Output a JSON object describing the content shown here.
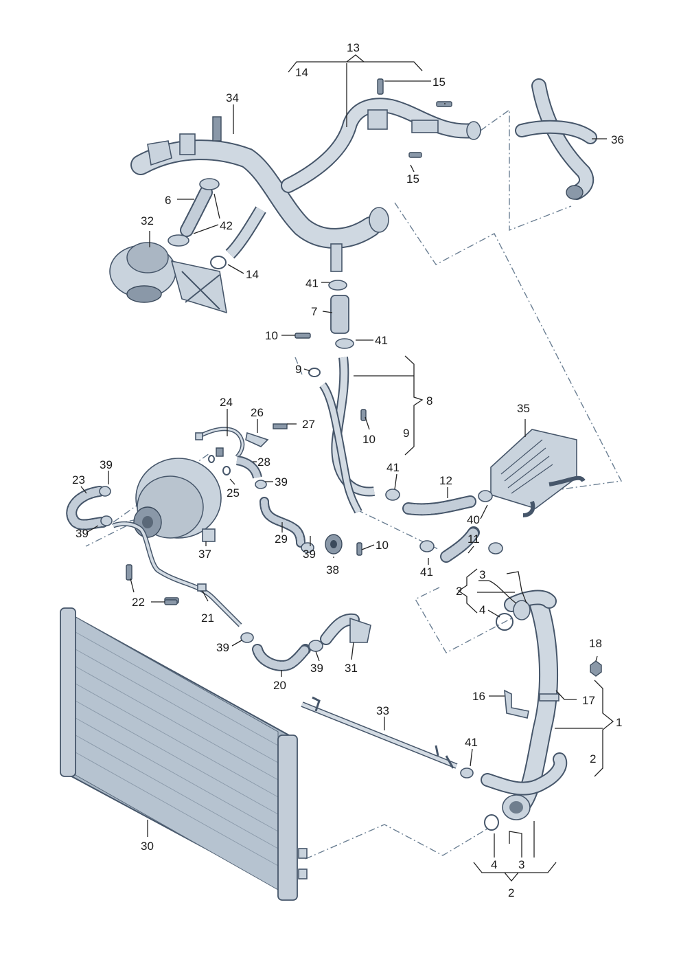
{
  "callouts": [
    {
      "id": "c13",
      "text": "13"
    },
    {
      "id": "c14a",
      "text": "14"
    },
    {
      "id": "c15a",
      "text": "15"
    },
    {
      "id": "c15b",
      "text": "15"
    },
    {
      "id": "c34",
      "text": "34"
    },
    {
      "id": "c36",
      "text": "36"
    },
    {
      "id": "c6",
      "text": "6"
    },
    {
      "id": "c42",
      "text": "42"
    },
    {
      "id": "c32",
      "text": "32"
    },
    {
      "id": "c14b",
      "text": "14"
    },
    {
      "id": "c41a",
      "text": "41"
    },
    {
      "id": "c7",
      "text": "7"
    },
    {
      "id": "c10a",
      "text": "10"
    },
    {
      "id": "c41b",
      "text": "41"
    },
    {
      "id": "c9a",
      "text": "9"
    },
    {
      "id": "c8",
      "text": "8"
    },
    {
      "id": "c9b",
      "text": "9"
    },
    {
      "id": "c10b",
      "text": "10"
    },
    {
      "id": "c35",
      "text": "35"
    },
    {
      "id": "c24",
      "text": "24"
    },
    {
      "id": "c26",
      "text": "26"
    },
    {
      "id": "c27",
      "text": "27"
    },
    {
      "id": "c28",
      "text": "28"
    },
    {
      "id": "c39a",
      "text": "39"
    },
    {
      "id": "c23",
      "text": "23"
    },
    {
      "id": "c25",
      "text": "25"
    },
    {
      "id": "c39b",
      "text": "39"
    },
    {
      "id": "c41c",
      "text": "41"
    },
    {
      "id": "c12",
      "text": "12"
    },
    {
      "id": "c40",
      "text": "40"
    },
    {
      "id": "c39c",
      "text": "39"
    },
    {
      "id": "c29",
      "text": "29"
    },
    {
      "id": "c37",
      "text": "37"
    },
    {
      "id": "c39d",
      "text": "39"
    },
    {
      "id": "c38",
      "text": "38"
    },
    {
      "id": "c10c",
      "text": "10"
    },
    {
      "id": "c11",
      "text": "11"
    },
    {
      "id": "c41d",
      "text": "41"
    },
    {
      "id": "c3a",
      "text": "3"
    },
    {
      "id": "c2a",
      "text": "2"
    },
    {
      "id": "c4a",
      "text": "4"
    },
    {
      "id": "c22",
      "text": "22"
    },
    {
      "id": "c21",
      "text": "21"
    },
    {
      "id": "c39e",
      "text": "39"
    },
    {
      "id": "c39f",
      "text": "39"
    },
    {
      "id": "c31",
      "text": "31"
    },
    {
      "id": "c20",
      "text": "20"
    },
    {
      "id": "c18",
      "text": "18"
    },
    {
      "id": "c16",
      "text": "16"
    },
    {
      "id": "c17",
      "text": "17"
    },
    {
      "id": "c1",
      "text": "1"
    },
    {
      "id": "c33",
      "text": "33"
    },
    {
      "id": "c41e",
      "text": "41"
    },
    {
      "id": "c2b",
      "text": "2"
    },
    {
      "id": "c30",
      "text": "30"
    },
    {
      "id": "c4b",
      "text": "4"
    },
    {
      "id": "c3b",
      "text": "3"
    },
    {
      "id": "c2c",
      "text": "2"
    }
  ]
}
